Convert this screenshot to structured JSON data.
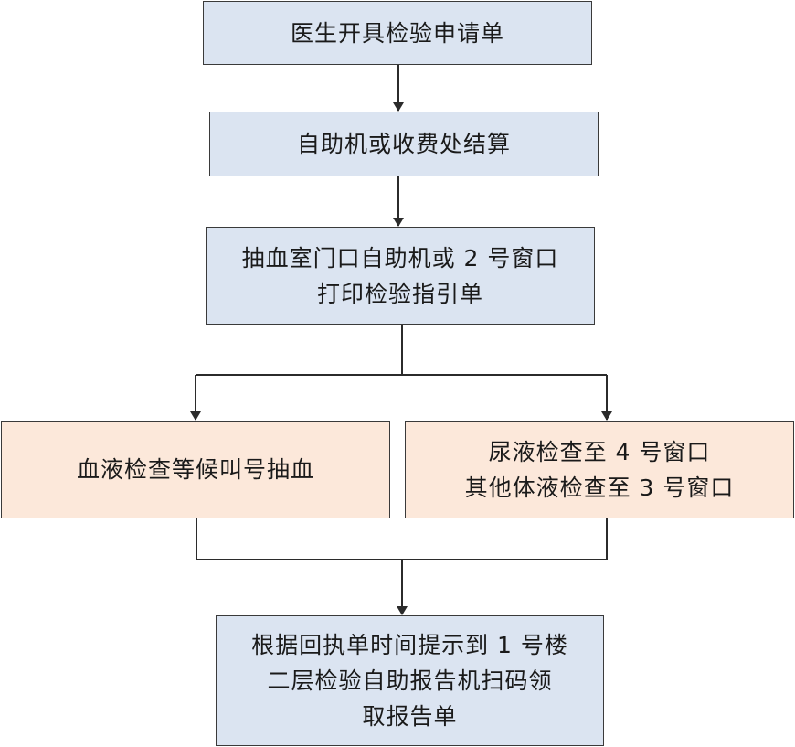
{
  "steps": {
    "s1": {
      "lines": [
        "医生开具检验申请单"
      ]
    },
    "s2": {
      "lines": [
        "自助机或收费处结算"
      ]
    },
    "s3": {
      "lines": [
        "抽血室门口自助机或 2 号窗口",
        "打印检验指引单"
      ]
    },
    "s4a": {
      "lines": [
        "血液检查等候叫号抽血"
      ]
    },
    "s4b": {
      "lines": [
        "尿液检查至 4 号窗口",
        "其他体液检查至 3 号窗口"
      ]
    },
    "s5": {
      "lines": [
        "根据回执单时间提示到 1 号楼",
        "二层检验自助报告机扫码领",
        "取报告单"
      ]
    }
  },
  "colors": {
    "primary_fill": "#dbe4f1",
    "secondary_fill": "#fce8da",
    "line": "#2b2b2b"
  }
}
